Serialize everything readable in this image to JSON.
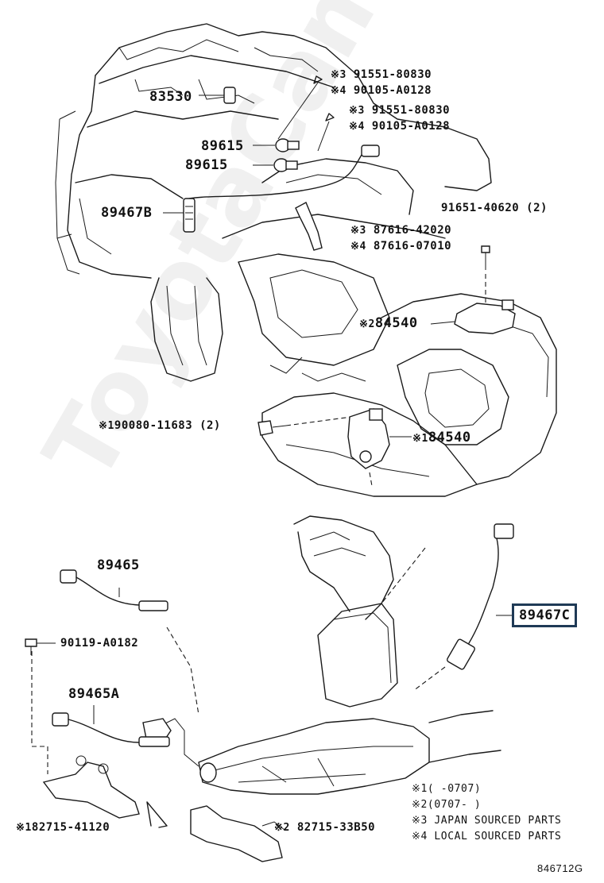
{
  "diagram_id": "846712G",
  "watermark": "ToyotaCamry.ru",
  "callouts": {
    "c_91551_a": {
      "mark": "※3",
      "part": "91551-80830"
    },
    "c_90105_a": {
      "mark": "※4",
      "part": "90105-A0128"
    },
    "c_91551_b": {
      "mark": "※3",
      "part": "91551-80830"
    },
    "c_90105_b": {
      "mark": "※4",
      "part": "90105-A0128"
    },
    "c_83530": {
      "part": "83530"
    },
    "c_89615_a": {
      "part": "89615"
    },
    "c_89615_b": {
      "part": "89615"
    },
    "c_89467b": {
      "part": "89467B"
    },
    "c_91651": {
      "part": "91651-40620 (2)"
    },
    "c_87616_a": {
      "mark": "※3",
      "part": "87616-42020"
    },
    "c_87616_b": {
      "mark": "※4",
      "part": "87616-07010"
    },
    "c_84540_top": {
      "mark": "※2",
      "part": "84540"
    },
    "c_90080": {
      "mark": "※1",
      "part": "90080-11683 (2)"
    },
    "c_84540_bot": {
      "mark": "※1",
      "part": "84540"
    },
    "c_89465": {
      "part": "89465"
    },
    "c_89467c": {
      "part": "89467C"
    },
    "c_90119": {
      "part": "90119-A0182"
    },
    "c_89465a": {
      "part": "89465A"
    },
    "c_82715_41120": {
      "mark": "※1",
      "part": "82715-41120"
    },
    "c_82715_33b50": {
      "mark": "※2",
      "part": "82715-33B50"
    }
  },
  "legend": [
    {
      "mark": "※1",
      "text": "(    -0707)"
    },
    {
      "mark": "※2",
      "text": "(0707-    )"
    },
    {
      "mark": "※3",
      "text": "JAPAN SOURCED PARTS"
    },
    {
      "mark": "※4",
      "text": "LOCAL SOURCED PARTS"
    }
  ]
}
